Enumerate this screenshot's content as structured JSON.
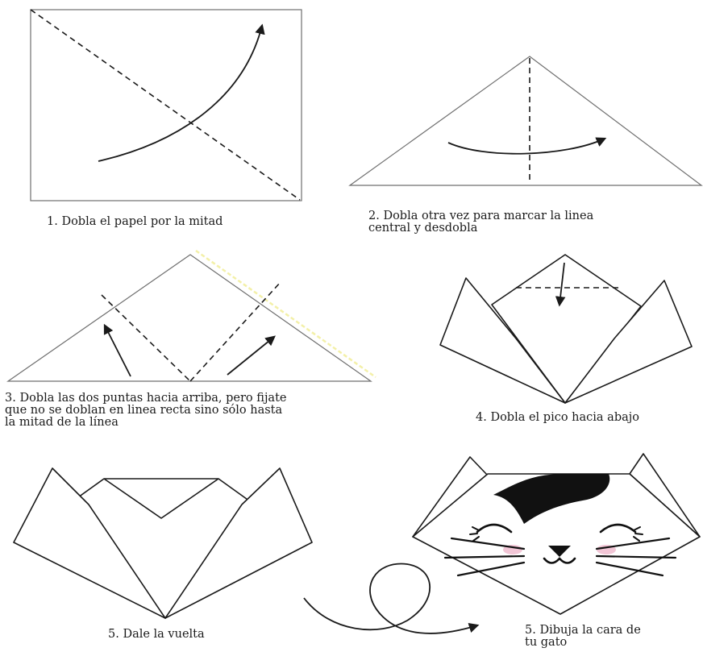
{
  "steps": [
    {
      "caption": "1. Dobla el papel por la mitad",
      "icon": "square-paper-diagonal-fold"
    },
    {
      "caption": "2. Dobla otra vez para marcar la linea\ncentral y desdobla",
      "icon": "triangle-center-fold"
    },
    {
      "caption": "3. Dobla las dos puntas hacia arriba, pero fijate\nque no se doblan en linea recta sino sólo hasta\nla mitad de la línea",
      "icon": "triangle-corners-up"
    },
    {
      "caption": "4. Dobla el pico hacia abajo",
      "icon": "ears-fold-tip-down"
    },
    {
      "caption": "5. Dale la vuelta",
      "icon": "cat-shape-back"
    },
    {
      "caption": "5. Dibuja la cara de\ntu gato",
      "icon": "cat-face-drawn"
    }
  ],
  "colors": {
    "line": "#1a1a1a",
    "paper": "#ffffff",
    "cheek_pink": "#f2c6d6",
    "fold_highlight": "#f3f0a8"
  }
}
